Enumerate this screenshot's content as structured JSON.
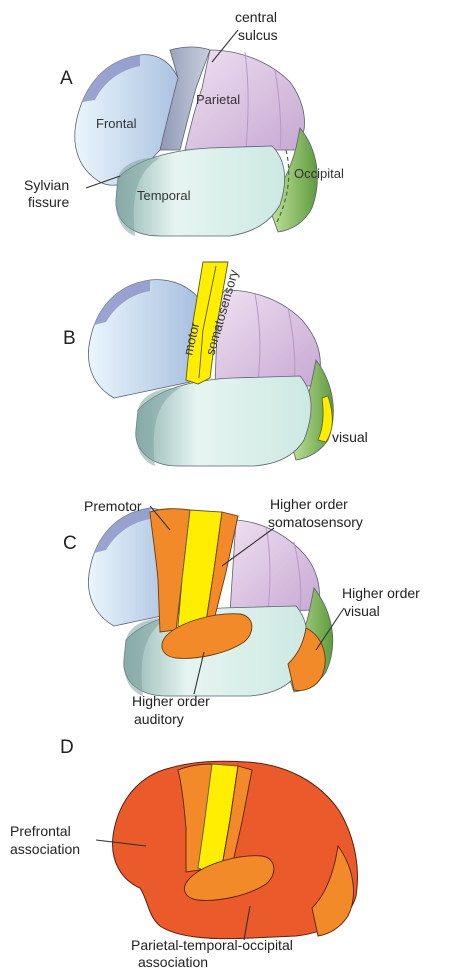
{
  "panels": [
    {
      "letter": "A",
      "labels": {
        "central_sulcus_1": "central",
        "central_sulcus_2": "sulcus",
        "frontal": "Frontal",
        "parietal": "Parietal",
        "sylvian_1": "Sylvian",
        "sylvian_2": "fissure",
        "temporal": "Temporal",
        "occipital": "Occipital"
      }
    },
    {
      "letter": "B",
      "labels": {
        "motor": "motor",
        "somatosensory": "somatosensory",
        "visual": "visual"
      }
    },
    {
      "letter": "C",
      "labels": {
        "premotor": "Premotor",
        "hos_1": "Higher order",
        "hos_2": "somatosensory",
        "hov_1": "Higher order",
        "hov_2": "visual",
        "hoa_1": "Higher order",
        "hoa_2": "auditory"
      }
    },
    {
      "letter": "D",
      "labels": {
        "prefrontal_1": "Prefrontal",
        "prefrontal_2": "association",
        "pto_1": "Parietal-temporal-occipital",
        "pto_2": "association"
      }
    }
  ],
  "colors": {
    "frontal": "#c4dcef",
    "frontal_edge": "#8e96c8",
    "parietal": "#dcc8e4",
    "temporal": "#d2ebe6",
    "temporal_dark": "#9fc0bc",
    "occipital": "#9ccc7a",
    "primary": "#ffee00",
    "higher_order": "#f28a2a",
    "association": "#ea5a2a"
  }
}
